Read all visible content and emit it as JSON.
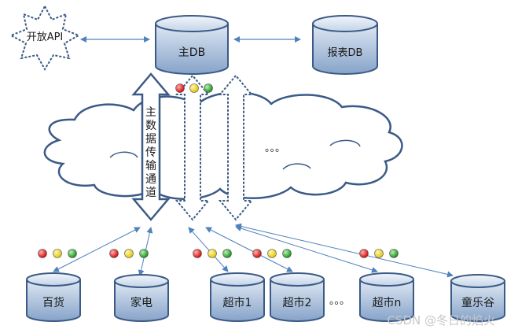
{
  "diagram": {
    "api_label": "开放API",
    "main_db_label": "主DB",
    "report_db_label": "报表DB",
    "channel_chars": [
      "主",
      "数",
      "据",
      "传",
      "输",
      "通",
      "道"
    ],
    "cloud_ellipsis": "。。。",
    "bottom_ellipsis": "。。。",
    "stores": {
      "baihuo": "百货",
      "jiadian": "家电",
      "chaoshi1": "超市1",
      "chaoshi2": "超市2",
      "chaoshin": "超市n",
      "tongle": "童乐谷"
    },
    "watermark": "CSDN @冬日的焰火"
  },
  "colors": {
    "db_fill_top": "#d6e2f0",
    "db_fill_bottom": "#8aa8cf",
    "db_stroke": "#3b5a86",
    "arrow_stroke": "#4f81bd",
    "cloud_fill": "#ffffff",
    "light_red": "#e00000",
    "light_yellow": "#f0d000",
    "light_green": "#18a018"
  }
}
